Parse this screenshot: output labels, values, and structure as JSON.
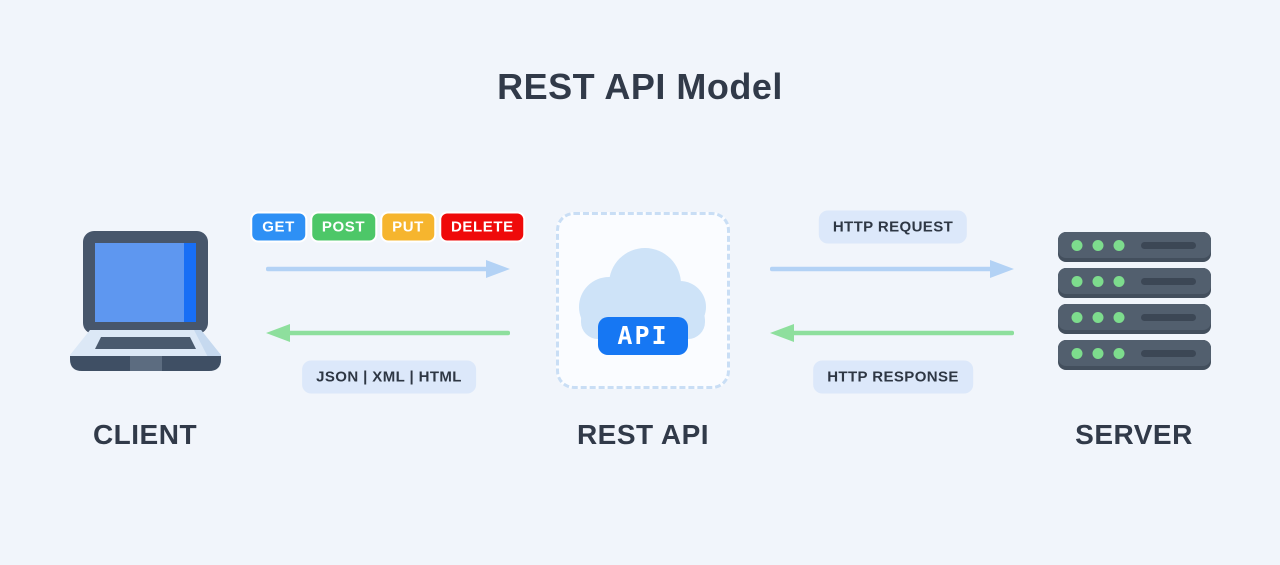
{
  "title": "REST API Model",
  "client": {
    "label": "CLIENT"
  },
  "rest_api": {
    "label": "REST API",
    "api_badge": "API"
  },
  "server": {
    "label": "SERVER"
  },
  "left_channel": {
    "methods": [
      {
        "label": "GET",
        "color": "#2e90f5"
      },
      {
        "label": "POST",
        "color": "#4dc768"
      },
      {
        "label": "PUT",
        "color": "#f6b52e"
      },
      {
        "label": "DELETE",
        "color": "#ef0a0a"
      }
    ],
    "response_formats": "JSON | XML | HTML"
  },
  "right_channel": {
    "request_label": "HTTP REQUEST",
    "response_label": "HTTP RESPONSE"
  },
  "colors": {
    "background": "#f1f5fb",
    "heading_text": "#313a49",
    "pill_background": "#dce8fa",
    "pill_text": "#2e3744",
    "request_arrow": "#b3d2f5",
    "response_arrow": "#8edf9d",
    "dashed_border": "#c9def5",
    "api_box_background": "#fafcff",
    "cloud": "#cee3f8",
    "api_badge_blue": "#1677f3"
  }
}
